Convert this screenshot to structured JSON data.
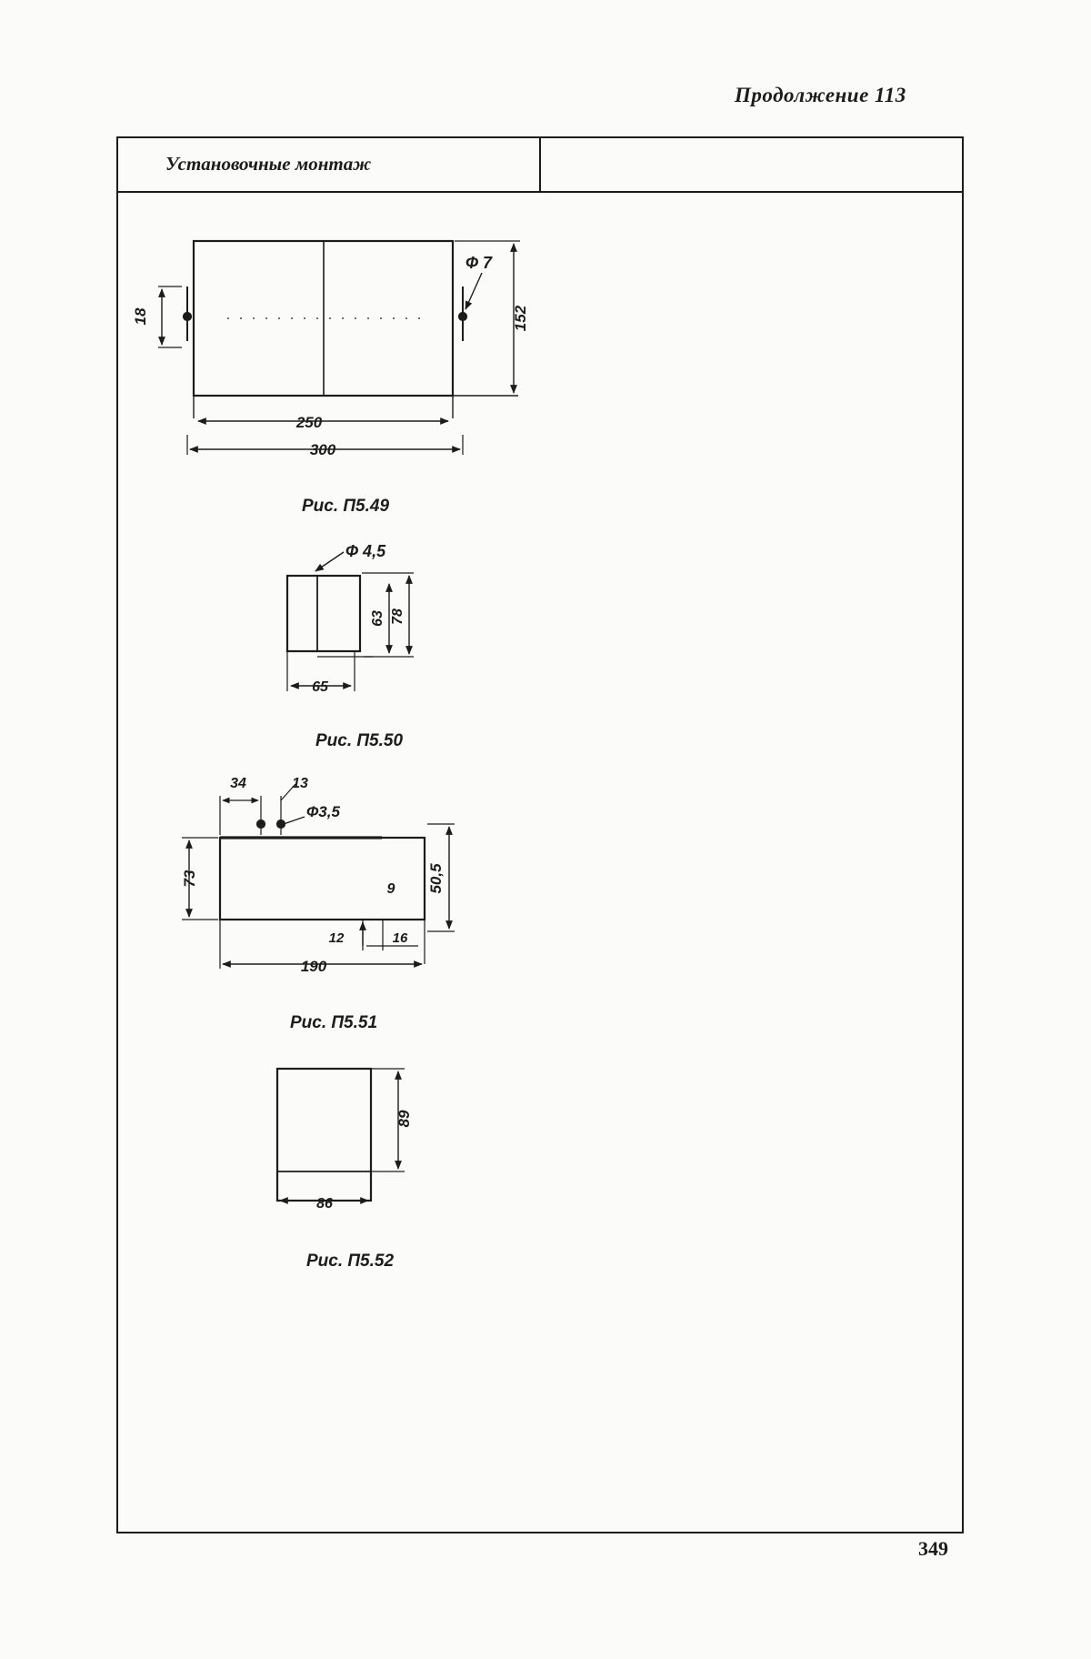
{
  "header": {
    "continuation": "Продолжение 113"
  },
  "table": {
    "col1_header": "Установочные монтаж",
    "col2_header": ""
  },
  "figures": [
    {
      "caption": "Рис. П5.49",
      "dims": {
        "height": "152",
        "inner_width": "250",
        "outer_width": "300",
        "hole": "Ф 7",
        "left": "18"
      }
    },
    {
      "caption": "Рис. П5.50",
      "dims": {
        "hole": "Ф 4,5",
        "inner": "63",
        "outer": "78",
        "width": "65"
      }
    },
    {
      "caption": "Рис. П5.51",
      "dims": {
        "a": "34",
        "b": "13",
        "hole": "Ф3,5",
        "height": "73",
        "right": "50,5",
        "corner": "9",
        "c": "12",
        "d": "16",
        "width": "190"
      }
    },
    {
      "caption": "Рис. П5.52",
      "dims": {
        "height": "89",
        "width": "86"
      }
    }
  ],
  "footer": {
    "page_number": "349"
  }
}
